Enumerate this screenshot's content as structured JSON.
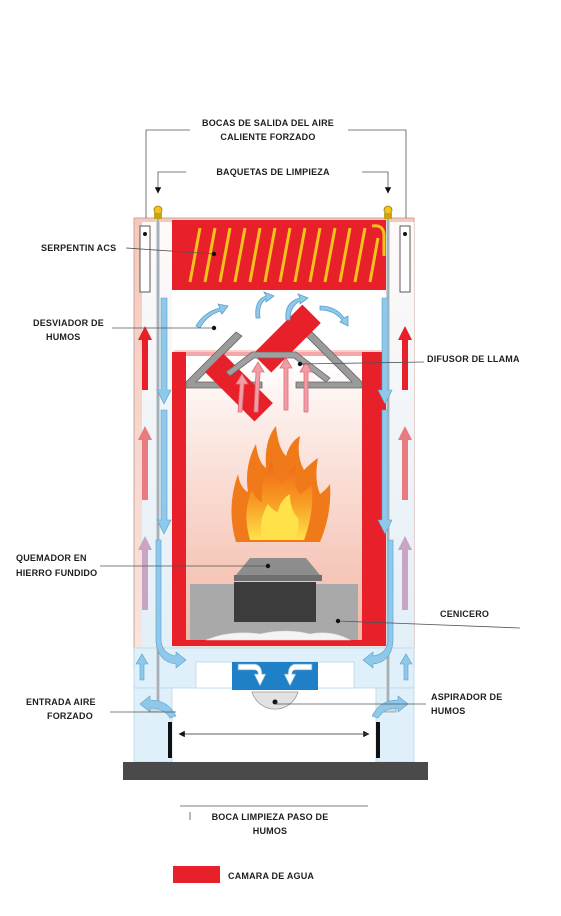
{
  "labels": {
    "bocas_salida_line1": "BOCAS DE SALIDA DEL AIRE",
    "bocas_salida_line2": "CALIENTE FORZADO",
    "baquetas": "BAQUETAS DE LIMPIEZA",
    "serpentin": "SERPENTIN ACS",
    "desviador_line1": "DESVIADOR DE",
    "desviador_line2": "HUMOS",
    "difusor": "DIFUSOR DE LLAMA",
    "quemador_line1": "QUEMADOR EN",
    "quemador_line2": "HIERRO FUNDIDO",
    "cenicero": "CENICERO",
    "entrada_line1": "ENTRADA AIRE",
    "entrada_line2": "FORZADO",
    "aspirador_line1": "ASPIRADOR DE",
    "aspirador_line2": "HUMOS",
    "boca_limpieza_line1": "BOCA LIMPIEZA PASO DE",
    "boca_limpieza_line2": "HUMOS"
  },
  "legend": {
    "label": "CAMARA DE AGUA",
    "color": "#e8202a"
  },
  "colors": {
    "water_chamber": "#e8202a",
    "coil": "#f3c31c",
    "air_cold": "#8ec8ea",
    "air_hot": "#e8202a",
    "ash_pan": "#a9a9a9",
    "burner": "#3c3c3c",
    "fan_housing": "#1f7fc7",
    "base": "#4a4a4a",
    "flame_outer": "#f07a1a",
    "flame_inner": "#ffd23a"
  },
  "icons": [
    "cleaning-rod-knob-icon",
    "fan-icon",
    "airflow-arrow-icon",
    "flame-icon"
  ]
}
